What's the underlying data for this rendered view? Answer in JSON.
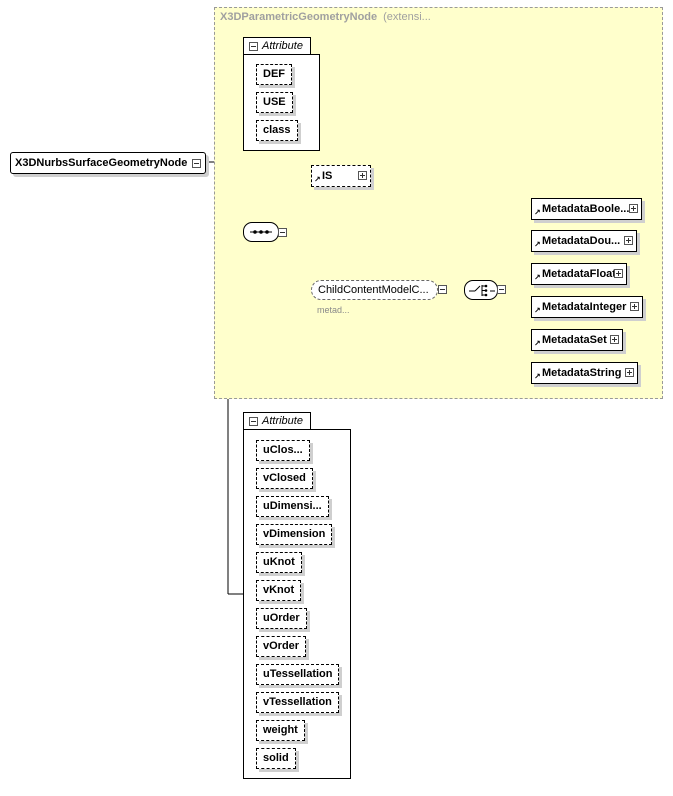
{
  "root": {
    "label": "X3DNurbsSurfaceGeometryNode"
  },
  "extension": {
    "title": "X3DParametricGeometryNode",
    "subtitle": "(extensi..."
  },
  "attributes_top": {
    "header": "Attribute",
    "items": [
      "DEF",
      "USE",
      "class"
    ]
  },
  "is_element": {
    "label": "IS"
  },
  "child_group": {
    "label": "ChildContentModelC...",
    "note": "metad..."
  },
  "metadata_elements": [
    "MetadataBoole...",
    "MetadataDou...",
    "MetadataFloat",
    "MetadataInteger",
    "MetadataSet",
    "MetadataString"
  ],
  "attributes_bottom": {
    "header": "Attribute",
    "items": [
      "uClos...",
      "vClosed",
      "uDimensi...",
      "vDimension",
      "uKnot",
      "vKnot",
      "uOrder",
      "vOrder",
      "uTessellation",
      "vTessellation",
      "weight",
      "solid"
    ]
  },
  "colors": {
    "extension_bg": "#ffffcc",
    "extension_border": "#999999",
    "shadow": "#cfcfcf"
  }
}
